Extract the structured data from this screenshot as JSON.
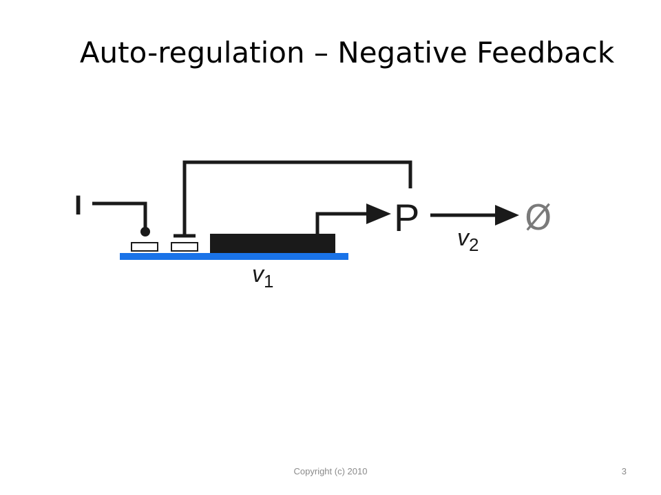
{
  "slide": {
    "title": "Auto-regulation – Negative Feedback",
    "footer": "Copyright (c) 2010",
    "page_number": "3"
  },
  "diagram": {
    "inducer_label": "I",
    "protein_label": "P",
    "degradation_symbol": "Ø",
    "rate_v": "v",
    "rate1_sub": "1",
    "rate2_sub": "2",
    "colors": {
      "dna": "#1a73e8",
      "gene": "#1a1a1a",
      "null_symbol": "#7a7a7a"
    }
  }
}
